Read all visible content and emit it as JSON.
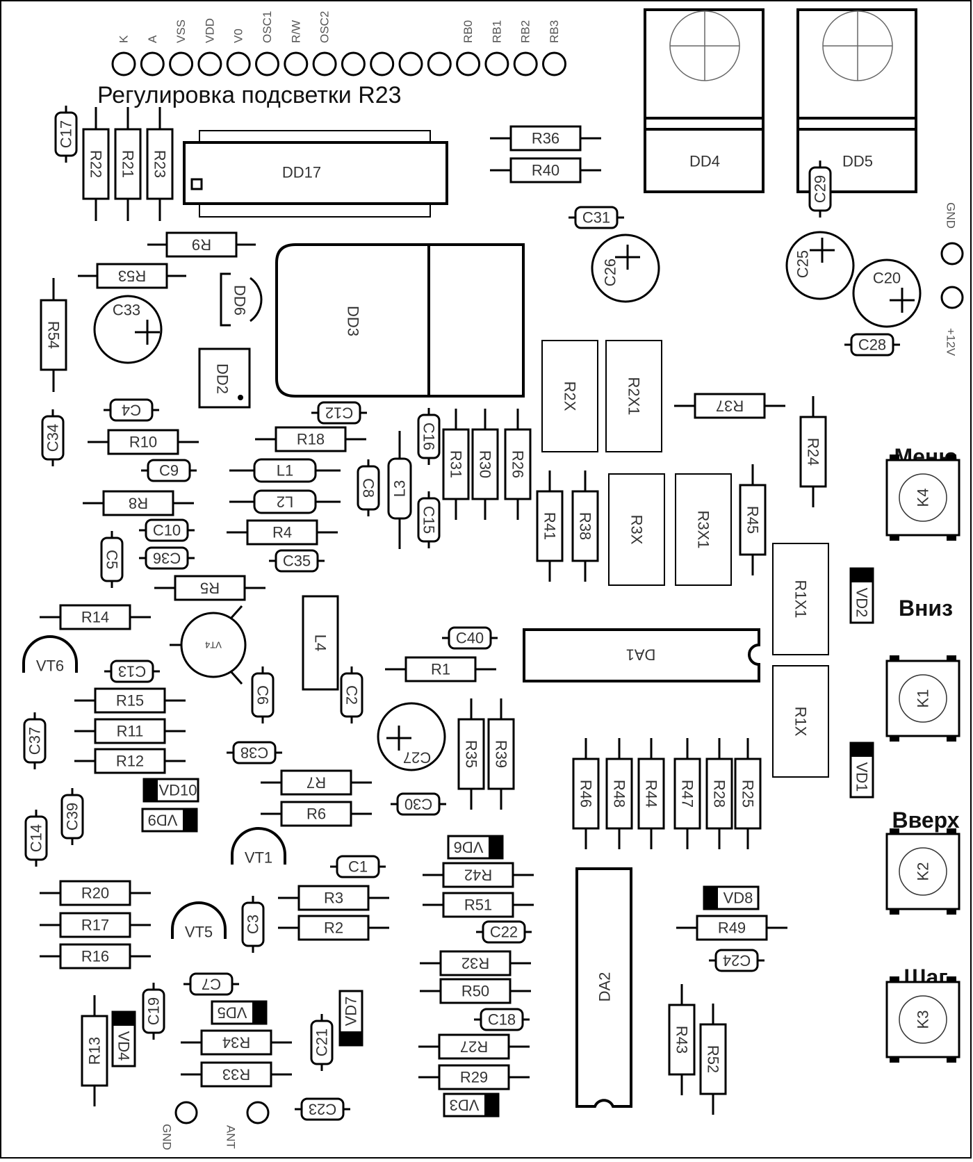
{
  "title": "Регулировка подсветки R23",
  "lcd_pins": [
    "K",
    "A",
    "VSS",
    "VDD",
    "V0",
    "OSC1",
    "R/W",
    "OSC2",
    "",
    "",
    "",
    "",
    "RB0",
    "RB1",
    "RB2",
    "RB3"
  ],
  "power_pins": [
    "GND",
    "+12V"
  ],
  "antenna_pins": [
    "GND",
    "ANT"
  ],
  "buttons": [
    {
      "label": "Меню",
      "key": "K4"
    },
    {
      "label": "Вниз",
      "key": "K1"
    },
    {
      "label": "Вверх",
      "key": "K2"
    },
    {
      "label": "Шаг",
      "key": "K3"
    }
  ],
  "components": {
    "dd17": "DD17",
    "dd4": "DD4",
    "dd5": "DD5",
    "dd3": "DD3",
    "dd2": "DD2",
    "dd6": "DD6",
    "da1": "DA1",
    "da2": "DA2",
    "r22": "R22",
    "r21": "R21",
    "r23": "R23",
    "r36": "R36",
    "r40": "R40",
    "r9": "R9",
    "r53": "R53",
    "r54": "R54",
    "r10": "R10",
    "r8": "R8",
    "r4": "R4",
    "r5": "R5",
    "r14": "R14",
    "r18": "R18",
    "r31": "R31",
    "r30": "R30",
    "r26": "R26",
    "r41": "R41",
    "r38": "R38",
    "r2x": "R2X",
    "r2x1": "R2X1",
    "r3x": "R3X",
    "r3x1": "R3X1",
    "r37": "R37",
    "r24": "R24",
    "r45": "R45",
    "r1x1": "R1X1",
    "r1x": "R1X",
    "r1": "R1",
    "r15": "R15",
    "r11": "R11",
    "r12": "R12",
    "r7": "R7",
    "r6": "R6",
    "r35": "R35",
    "r39": "R39",
    "r46": "R46",
    "r48": "R48",
    "r44": "R44",
    "r47": "R47",
    "r28": "R28",
    "r25": "R25",
    "r42": "R42",
    "r51": "R51",
    "r3": "R3",
    "r2": "R2",
    "r20": "R20",
    "r17": "R17",
    "r16": "R16",
    "r32": "R32",
    "r50": "R50",
    "r49": "R49",
    "r43": "R43",
    "r52": "R52",
    "r27": "R27",
    "r29": "R29",
    "r13": "R13",
    "r34": "R34",
    "r33": "R33",
    "c17": "C17",
    "c31": "C31",
    "c29": "C29",
    "c26": "C26",
    "c25": "C25",
    "c20": "C20",
    "c28": "C28",
    "c33": "C33",
    "c4": "C4",
    "c34": "C34",
    "c9": "C9",
    "c12": "C12",
    "c16": "C16",
    "c8": "C8",
    "c15": "C15",
    "c10": "C10",
    "c36": "C36",
    "c35": "C35",
    "c5": "C5",
    "c13": "C13",
    "c40": "C40",
    "c6": "C6",
    "c2": "C2",
    "c37": "C37",
    "c38": "C38",
    "c27": "C27",
    "c30": "C30",
    "c39": "C39",
    "c14": "C14",
    "c1": "C1",
    "c22": "C22",
    "c3": "C3",
    "c24": "C24",
    "c18": "C18",
    "c7": "C7",
    "c19": "C19",
    "c21": "C21",
    "c23": "C23",
    "l1": "L1",
    "l2": "L2",
    "l3": "L3",
    "l4": "L4",
    "vt6": "VT6",
    "vt4": "VT4",
    "vt1": "VT1",
    "vt5": "VT5",
    "vd10": "VD10",
    "vd9": "VD9",
    "vd6": "VD6",
    "vd8": "VD8",
    "vd5": "VD5",
    "vd7": "VD7",
    "vd4": "VD4",
    "vd3": "VD3",
    "vd2": "VD2",
    "vd1": "VD1"
  }
}
